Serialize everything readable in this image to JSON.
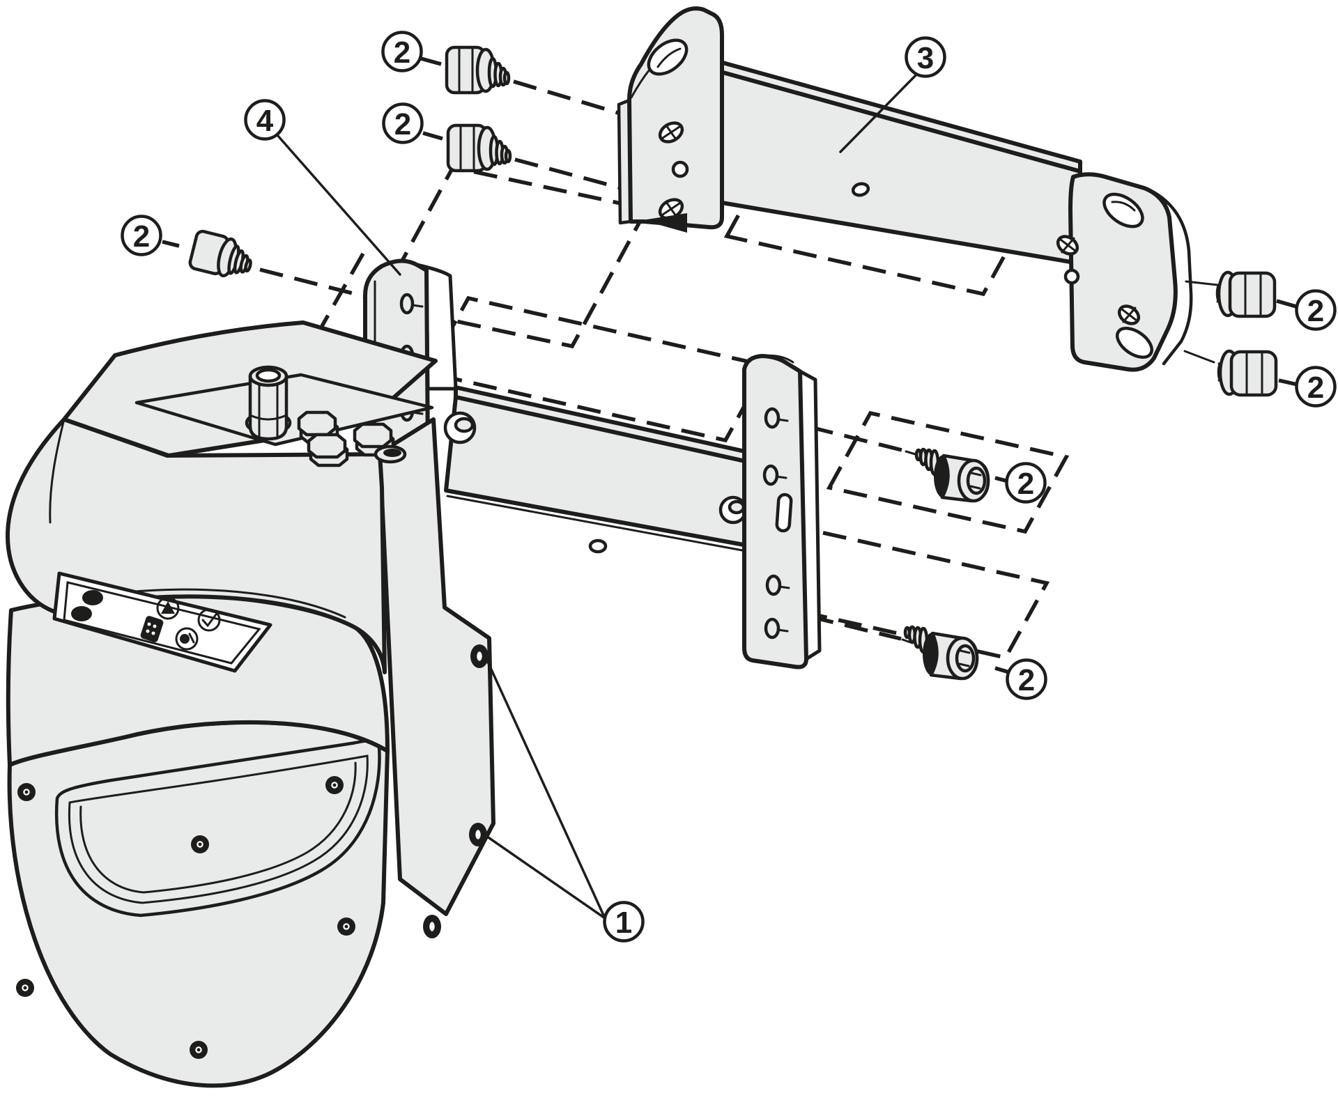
{
  "figure": {
    "kind": "exploded-assembly-technical-drawing",
    "background_color": "#ffffff",
    "line_color": "#1d1d1b",
    "part_fill_color": "#e9eaea"
  },
  "callouts": [
    {
      "id": "callout-screw-topleft-upper",
      "label": "2"
    },
    {
      "id": "callout-screw-topleft-lower",
      "label": "2"
    },
    {
      "id": "callout-screw-left",
      "label": "2"
    },
    {
      "id": "callout-bracket-top",
      "label": "3"
    },
    {
      "id": "callout-bracket-middle",
      "label": "4"
    },
    {
      "id": "callout-screw-right-upper",
      "label": "2"
    },
    {
      "id": "callout-screw-right-lower",
      "label": "2"
    },
    {
      "id": "callout-screw-socket-upper",
      "label": "2"
    },
    {
      "id": "callout-screw-socket-lower",
      "label": "2"
    },
    {
      "id": "callout-scanner-mounting-points",
      "label": "1"
    }
  ]
}
